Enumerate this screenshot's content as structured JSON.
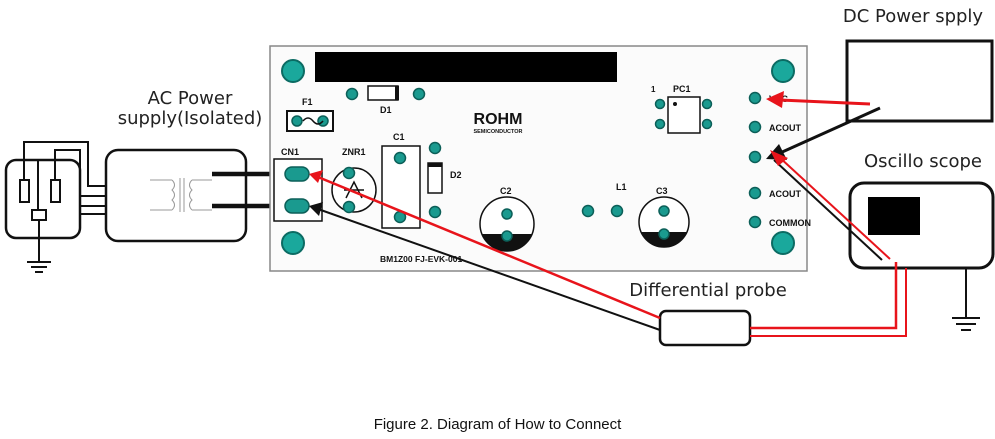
{
  "labels": {
    "dc_power": "DC Power spply",
    "ac_power_line1": "AC Power",
    "ac_power_line2": "supply(Isolated)",
    "oscilloscope": "Oscillo scope",
    "diff_probe": "Differential probe"
  },
  "board": {
    "part_number": "BM1Z00 FJ-EVK-001",
    "logo": "ROHM",
    "logo_sub": "SEMICONDUCTOR",
    "components": {
      "f1": "F1",
      "d1": "D1",
      "cn1": "CN1",
      "znr1": "ZNR1",
      "c1": "C1",
      "d2": "D2",
      "c2": "C2",
      "l1": "L1",
      "c3": "C3",
      "pc1": "PC1",
      "pc1_pin": "1"
    },
    "terminals": {
      "vcc": "VCC",
      "acout1": "ACOUT",
      "acout2": "ACOUT",
      "common": "COMMON"
    }
  },
  "caption": "Figure 2. Diagram of How to Connect",
  "colors": {
    "wire_signal": "#e8141b",
    "wire_return": "#111111",
    "pad": "#1a9a8f",
    "redaction": "#000000"
  }
}
